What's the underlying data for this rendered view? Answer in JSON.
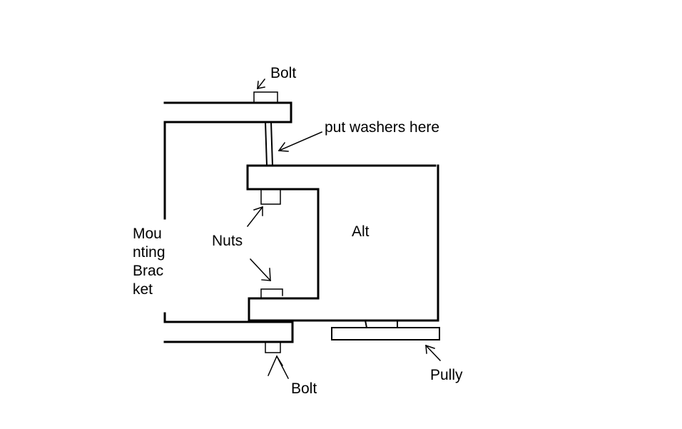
{
  "diagram": {
    "ink_color": "#000000",
    "background": "#ffffff",
    "labels": {
      "bolt_top": "Bolt",
      "washers": "put washers here",
      "alt": "Alt",
      "nuts": "Nuts",
      "mounting_bracket": [
        "Mou",
        "nting",
        "Brac",
        "ket"
      ],
      "bolt_bottom": "Bolt",
      "pully": "Pully"
    }
  }
}
